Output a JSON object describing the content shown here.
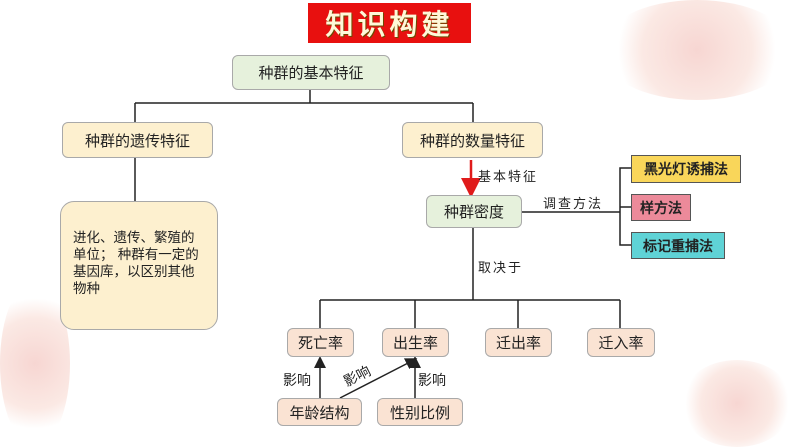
{
  "title": "知识构建",
  "root": "种群的基本特征",
  "genetic": {
    "title": "种群的遗传特征",
    "desc": "进化、遗传、繁殖的单位； 种群有一定的基因库，以区别其他物种"
  },
  "quantity": {
    "title": "种群的数量特征",
    "edge_label": "基本特征"
  },
  "density": {
    "title": "种群密度",
    "survey_label": "调查方法",
    "depends_label": "取决于"
  },
  "methods": [
    {
      "label": "黑光灯诱捕法",
      "color": "#f9d65a"
    },
    {
      "label": "样方法",
      "color": "#ec8a9a"
    },
    {
      "label": "标记重捕法",
      "color": "#5fd3d6"
    }
  ],
  "factors": [
    "死亡率",
    "出生率",
    "迁出率",
    "迁入率"
  ],
  "sub_factors": [
    "年龄结构",
    "性别比例"
  ],
  "influence_label": "影响"
}
